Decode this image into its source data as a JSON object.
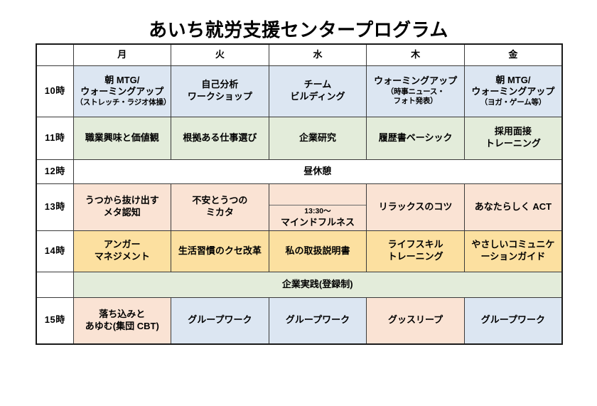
{
  "page": {
    "title": "あいち就労支援センタープログラム"
  },
  "colors": {
    "blue": "#dce6f2",
    "green": "#e3ecda",
    "peach": "#fae3d4",
    "yellow": "#fce0a0",
    "white": "#ffffff",
    "border": "#3a3a3a",
    "outer_border": "#1a1a1a"
  },
  "table": {
    "corner_label": "",
    "day_headers": [
      "月",
      "火",
      "水",
      "木",
      "金"
    ],
    "rows": [
      {
        "time": "10時",
        "kind": "normal",
        "cells": [
          {
            "color": "blue",
            "lines": [
              "朝 MTG/",
              "ウォーミングアップ"
            ],
            "sub": "（ストレッチ・ラジオ体操）"
          },
          {
            "color": "blue",
            "lines": [
              "自己分析",
              "ワークショップ"
            ],
            "sub": ""
          },
          {
            "color": "blue",
            "lines": [
              "チーム",
              "ビルディング"
            ],
            "sub": ""
          },
          {
            "color": "blue",
            "lines": [
              "ウォーミングアップ"
            ],
            "sub": "（時事ニュース・\nフォト発表）"
          },
          {
            "color": "blue",
            "lines": [
              "朝 MTG/",
              "ウォーミングアップ"
            ],
            "sub": "（ヨガ・ゲーム等）"
          }
        ]
      },
      {
        "time": "11時",
        "kind": "normal",
        "cells": [
          {
            "color": "green",
            "lines": [
              "職業興味と価値観"
            ],
            "sub": ""
          },
          {
            "color": "green",
            "lines": [
              "根拠ある仕事選び"
            ],
            "sub": ""
          },
          {
            "color": "green",
            "lines": [
              "企業研究"
            ],
            "sub": ""
          },
          {
            "color": "green",
            "lines": [
              "履歴書ベーシック"
            ],
            "sub": ""
          },
          {
            "color": "green",
            "lines": [
              "採用面接",
              "トレーニング"
            ],
            "sub": ""
          }
        ]
      },
      {
        "time": "12時",
        "kind": "merged",
        "merged_label": "昼休憩",
        "merged_color": "white"
      },
      {
        "time": "13時",
        "kind": "normal",
        "cells": [
          {
            "color": "peach",
            "lines": [
              "うつから抜け出す",
              "メタ認知"
            ],
            "sub": ""
          },
          {
            "color": "peach",
            "lines": [
              "不安とうつの",
              "ミカタ"
            ],
            "sub": ""
          },
          {
            "color": "peach",
            "split": true,
            "split_time": "13:30〜",
            "split_label": "マインドフルネス"
          },
          {
            "color": "peach",
            "lines": [
              "リラックスのコツ"
            ],
            "sub": ""
          },
          {
            "color": "peach",
            "lines": [
              "あなたらしく ACT"
            ],
            "sub": ""
          }
        ]
      },
      {
        "time": "14時",
        "kind": "normal",
        "cells": [
          {
            "color": "yellow",
            "lines": [
              "アンガー",
              "マネジメント"
            ],
            "sub": ""
          },
          {
            "color": "yellow",
            "lines": [
              "生活習慣のクセ改革"
            ],
            "sub": ""
          },
          {
            "color": "yellow",
            "lines": [
              "私の取扱説明書"
            ],
            "sub": ""
          },
          {
            "color": "yellow",
            "lines": [
              "ライフスキル",
              "トレーニング"
            ],
            "sub": ""
          },
          {
            "color": "yellow",
            "lines": [
              "やさしいコミュニケ",
              "ーションガイド"
            ],
            "sub": ""
          }
        ]
      },
      {
        "time": "",
        "kind": "merged",
        "merged_label": "企業実践(登録制)",
        "merged_color": "green"
      },
      {
        "time": "15時",
        "kind": "normal",
        "cells": [
          {
            "color": "peach",
            "lines": [
              "落ち込みと",
              "あゆむ(集団 CBT)"
            ],
            "sub": ""
          },
          {
            "color": "blue",
            "lines": [
              "グループワーク"
            ],
            "sub": ""
          },
          {
            "color": "blue",
            "lines": [
              "グループワーク"
            ],
            "sub": ""
          },
          {
            "color": "peach",
            "lines": [
              "グッスリープ"
            ],
            "sub": ""
          },
          {
            "color": "blue",
            "lines": [
              "グループワーク"
            ],
            "sub": ""
          }
        ]
      }
    ]
  }
}
